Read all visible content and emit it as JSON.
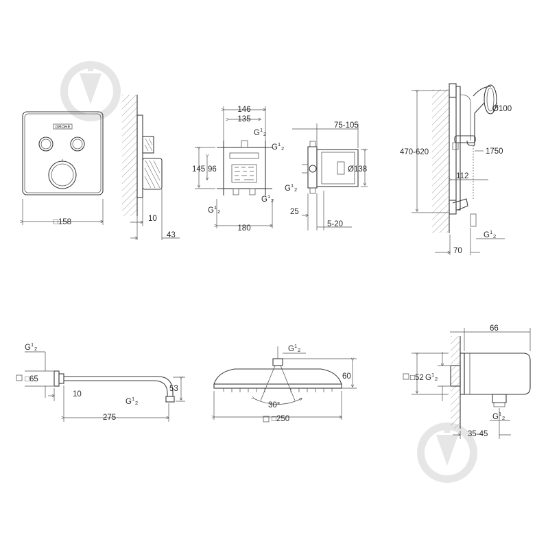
{
  "brand": {
    "logo_text": "GROHE"
  },
  "dimensions": {
    "panel_width": "□158",
    "panel_depth_a": "10",
    "panel_depth_b": "43",
    "box_width_outer": "146",
    "box_width_inner": "135",
    "box_height_outer": "145",
    "box_height_inner": "96",
    "box_width_bottom": "180",
    "thread": "G",
    "thread_sup": "1",
    "thread_sub": "2",
    "body_depth": "75-105",
    "body_dia": "Ø138",
    "body_offset": "25",
    "body_adjust": "5-20",
    "rail_height": "470-620",
    "hand_shower_dia": "Ø100",
    "hose_length": "1750",
    "rail_offset": "112",
    "rail_depth": "70",
    "arm_flange": "□65",
    "arm_wall": "10",
    "arm_length": "275",
    "arm_drop": "53",
    "head_height": "60",
    "head_angle": "30°",
    "head_size": "□250",
    "elbow_depth": "66",
    "elbow_size": "□52",
    "elbow_offset": "35-45"
  }
}
